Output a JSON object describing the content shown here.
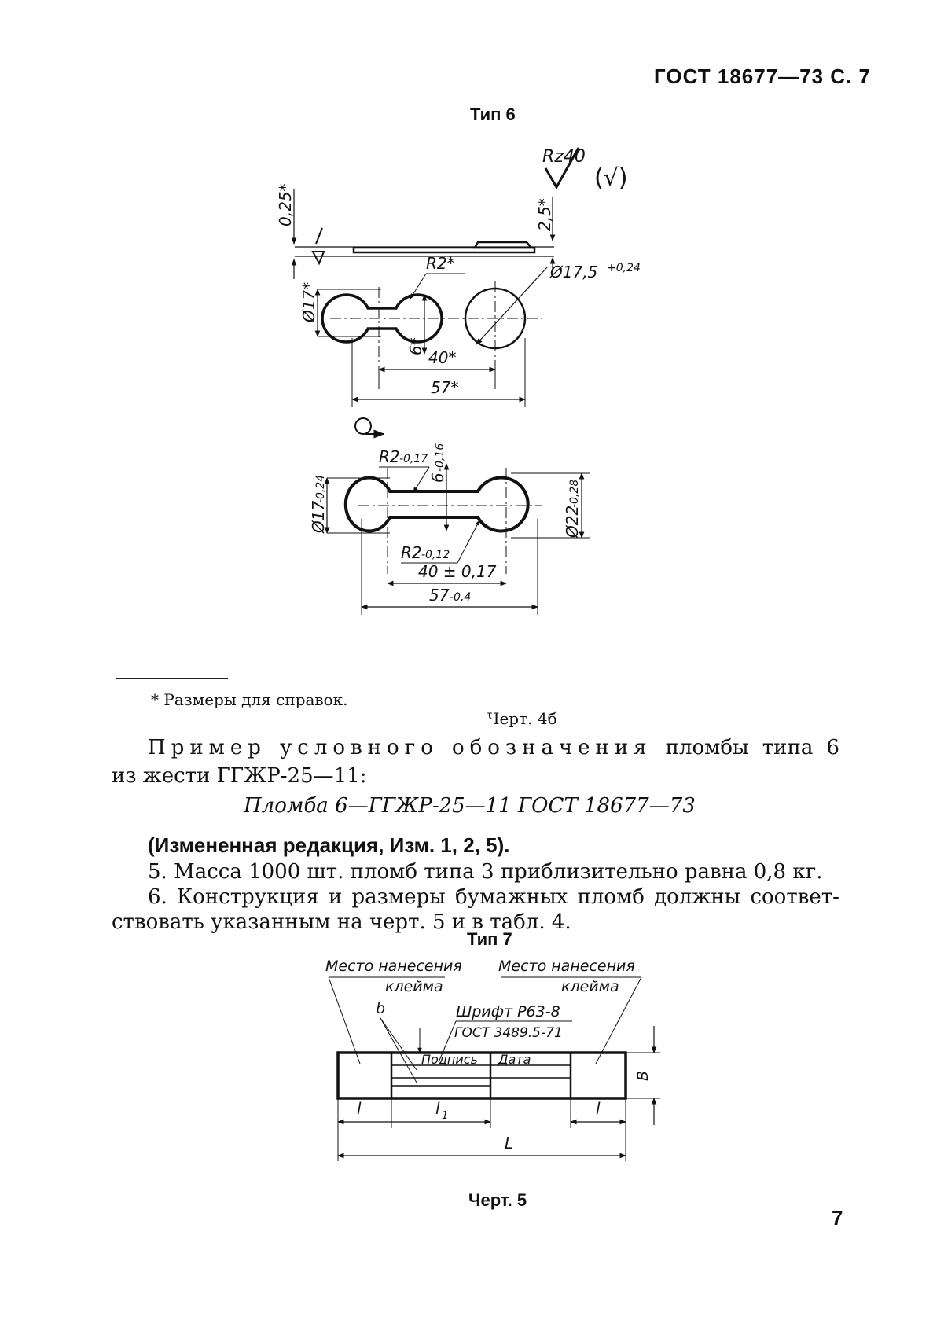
{
  "header": {
    "standard": "ГОСТ 18677—73 С. 7"
  },
  "type6": {
    "title": "Тип 6",
    "roughness": "Rz40",
    "roughness_extra": "(√)",
    "dims_top": {
      "thickness": "0,25*",
      "height": "2,5*",
      "diameter_outer": "Ø17,5",
      "diameter_outer_tol": "+0,24",
      "radius": "R2*",
      "diameter_left": "Ø17*",
      "neck": "6*",
      "center_distance": "40*",
      "length": "57*"
    },
    "dims_bottom": {
      "radius_top": "R2",
      "radius_top_tol": "-0,17",
      "neck": "6",
      "neck_tol": "-0,16",
      "diameter_left": "Ø17",
      "diameter_left_tol": "-0,24",
      "diameter_right": "Ø22",
      "diameter_right_tol": "-0,28",
      "radius_bottom": "R2",
      "radius_bottom_tol": "-0,12",
      "center_distance": "40 ± 0,17",
      "length": "57",
      "length_tol": "-0,4"
    }
  },
  "footnote": "* Размеры для справок.",
  "fig4_caption": "Черт. 4б",
  "example": {
    "line1_words": [
      "Пример",
      "условного",
      "обозначения",
      "пломбы",
      "типа",
      "6"
    ],
    "line2": "из жести ГГЖР-25—11:",
    "designation": "Пломба 6—ГГЖР-25—11 ГОСТ 18677—73"
  },
  "revision": "(Измененная редакция, Изм. 1, 2, 5).",
  "item5": "5. Масса 1000 шт. пломб типа 3 приблизительно равна 0,8 кг.",
  "item6": {
    "line1_words": [
      "6.",
      "Конструкция",
      "и",
      "размеры",
      "бумажных",
      "пломб",
      "должны",
      "соответ-"
    ],
    "line2": "ствовать указанным на черт. 5 и в табл. 4."
  },
  "type7": {
    "title": "Тип 7",
    "label_left_1": "Место нанесения",
    "label_left_2": "клейма",
    "label_right_1": "Место нанесения",
    "label_right_2": "клейма",
    "font_note_1": "Шрифт Р63-8",
    "font_note_2": "ГОСТ 3489.5-71",
    "dim_b": "b",
    "cell_signature": "Подпись",
    "cell_date": "Дата",
    "dim_B": "B",
    "dim_l_left": "l",
    "dim_l1": "l",
    "dim_l1_sub": "1",
    "dim_l_right": "l",
    "dim_L": "L"
  },
  "fig5_caption": "Черт. 5",
  "page_number": "7"
}
